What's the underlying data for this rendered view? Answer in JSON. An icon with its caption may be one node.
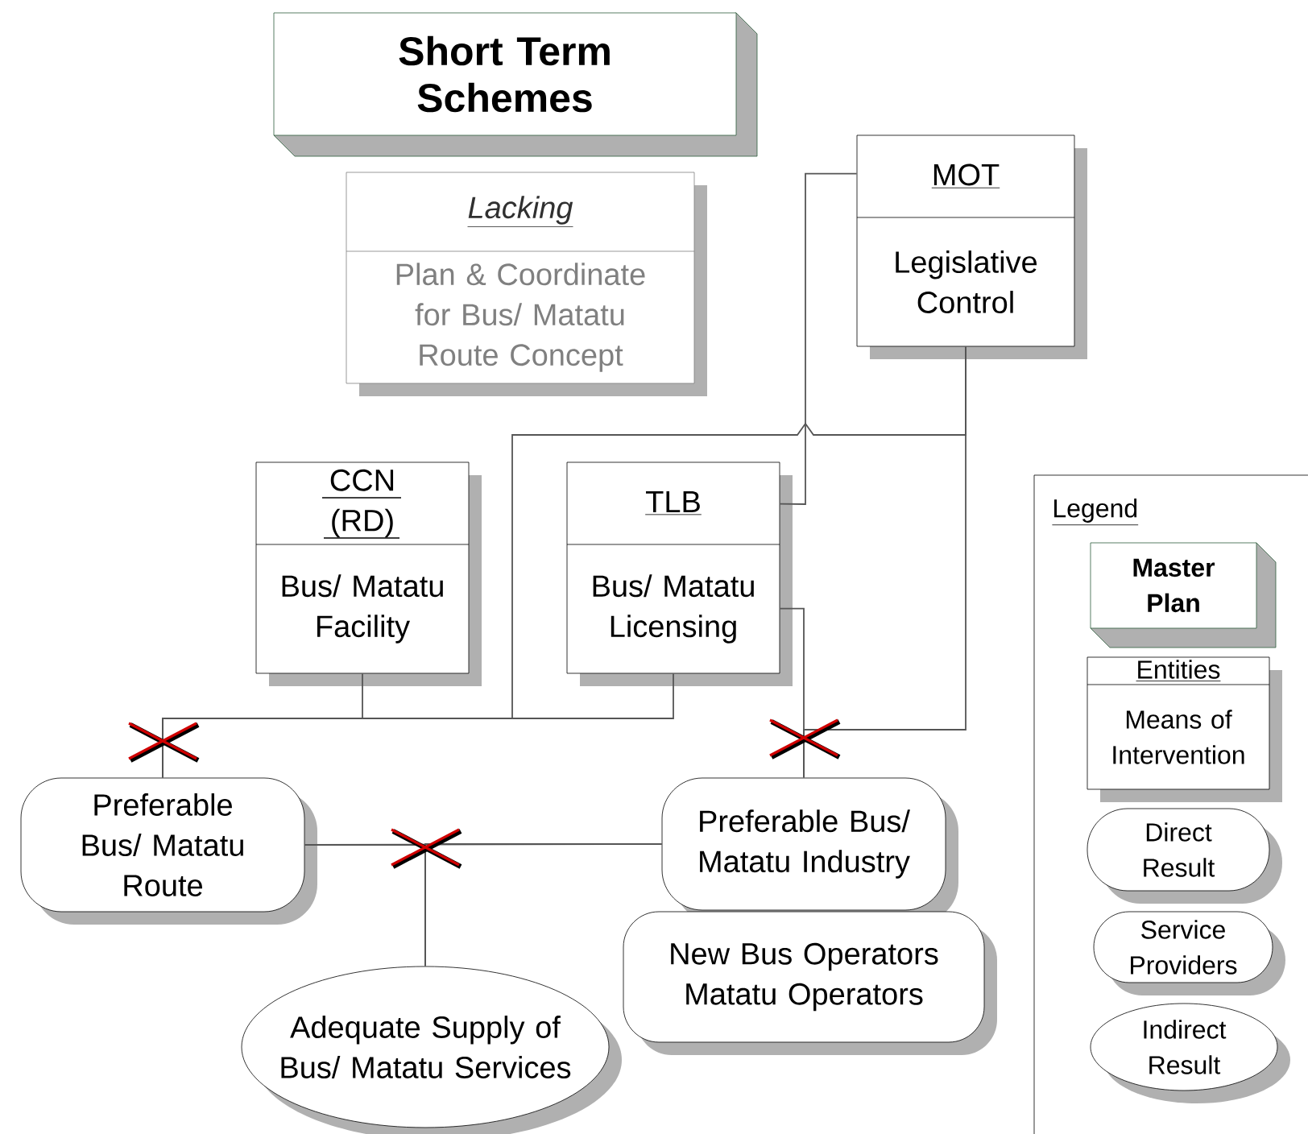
{
  "diagram": {
    "nodes": [
      {
        "text": [
          "Short Term Schemes"
        ]
      },
      {
        "text": [
          "Lacking",
          "Plan & Coordinate for Bus/ Matatu Route Concept"
        ]
      },
      {
        "text": [
          "MOT",
          "Legislative Control"
        ]
      },
      {
        "text": [
          "CCN (RD)",
          "Bus/ Matatu Facility"
        ]
      },
      {
        "text": [
          "TLB",
          "Bus/ Matatu Licensing"
        ]
      },
      {
        "text": [
          "Preferable Bus/ Matatu Route"
        ]
      },
      {
        "text": [
          "Preferable Bus/ Matatu Industry"
        ]
      },
      {
        "text": [
          "New Bus Operators",
          "Matatu Operators"
        ]
      },
      {
        "text": [
          "Adequate Supply of Bus/ Matatu Services"
        ]
      },
      {
        "text": [
          "Legend"
        ]
      },
      {
        "text": [
          "Master Plan"
        ],
        "in": 9
      },
      {
        "text": [
          "Entities",
          "Means of Intervention"
        ],
        "in": 9
      },
      {
        "text": [
          "Direct Result"
        ],
        "in": 9
      },
      {
        "text": [
          "Service Providers"
        ],
        "in": 9
      },
      {
        "text": [
          "Indirect Result"
        ],
        "in": 9
      }
    ],
    "edges": [
      {
        "from": 2,
        "to": 4,
        "arrow": "none"
      },
      {
        "from": 2,
        "to": 5,
        "arrow": "none"
      },
      {
        "from": 2,
        "to": 6,
        "arrow": "none"
      },
      {
        "from": 3,
        "to": 5,
        "arrow": "none"
      },
      {
        "from": 4,
        "to": 5,
        "arrow": "none"
      },
      {
        "from": 4,
        "to": 6,
        "arrow": "none"
      },
      {
        "from": 5,
        "to": 6,
        "arrow": "none"
      },
      {
        "from": 5,
        "to": 8,
        "arrow": "none"
      },
      {
        "from": 6,
        "to": 8,
        "arrow": "none"
      }
    ]
  }
}
